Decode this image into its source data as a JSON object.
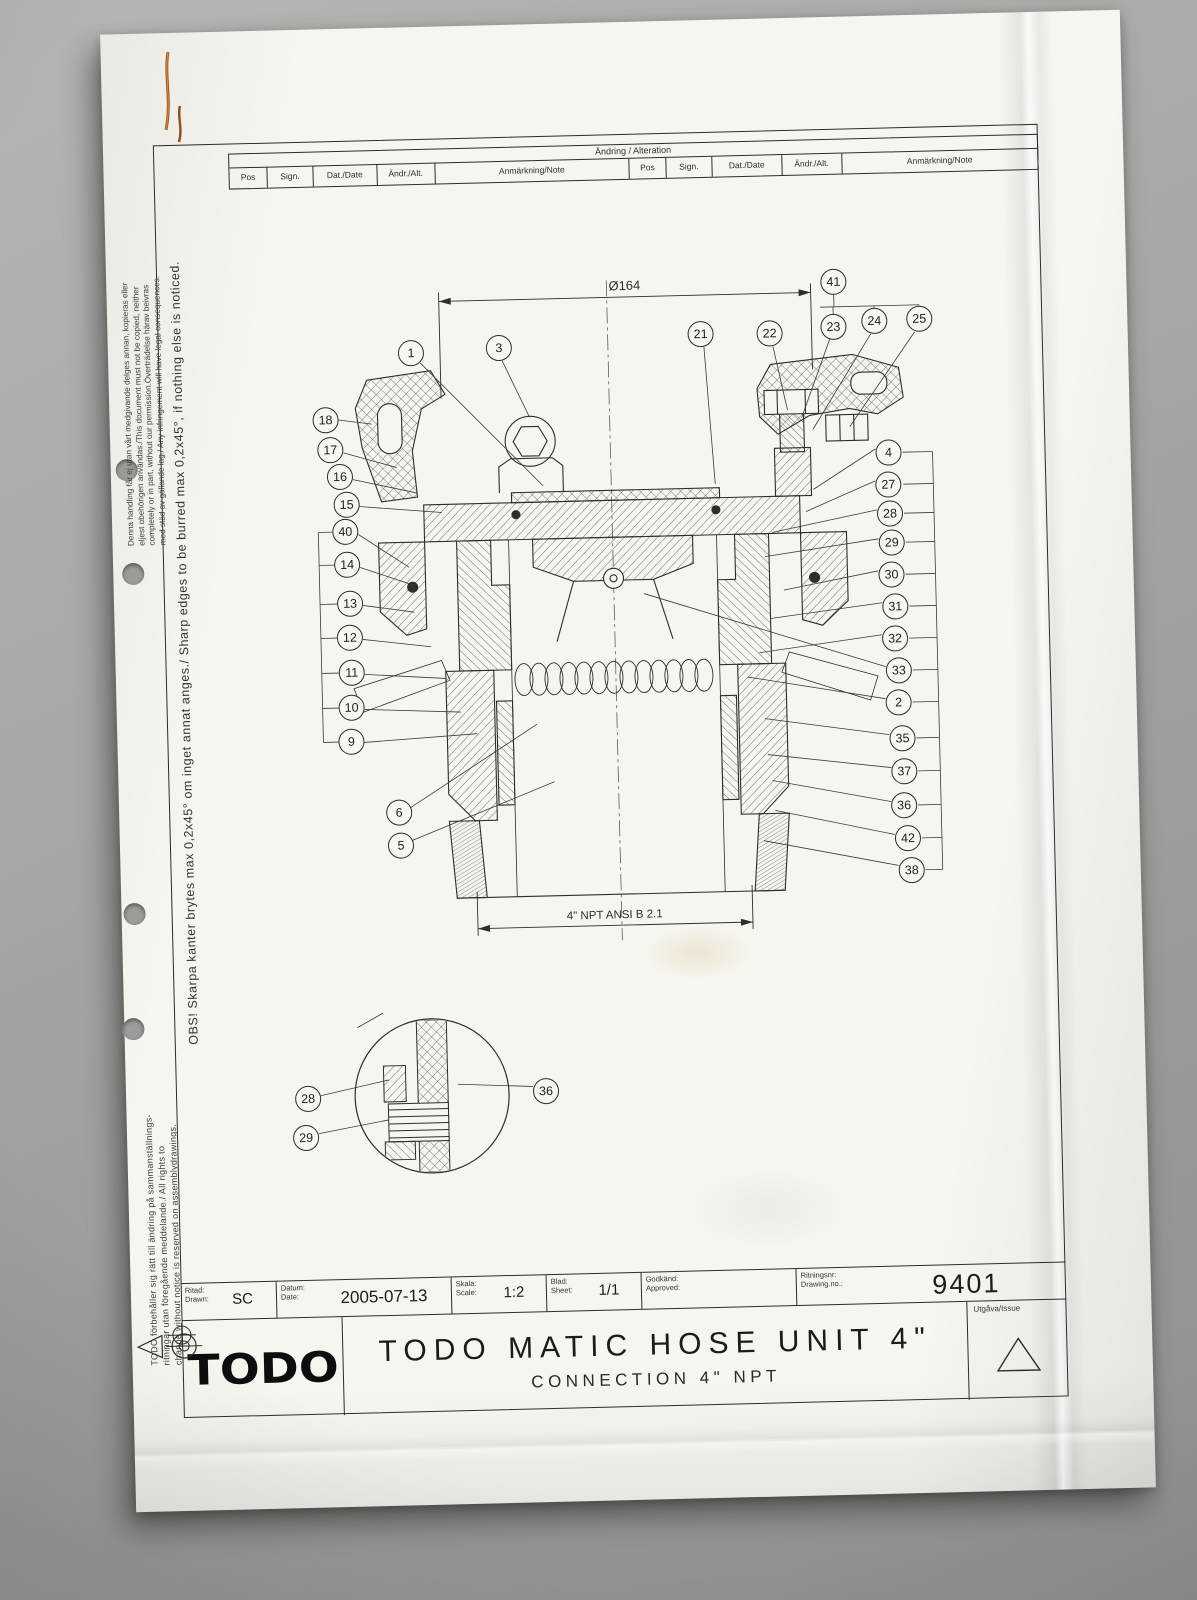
{
  "photo": {
    "surface_color": "#a7a9a5"
  },
  "drawing": {
    "alteration": {
      "title": "Ändring / Alteration",
      "headers": [
        "Pos",
        "Sign.",
        "Dat./Date",
        "Ändr./Alt.",
        "Anmärkning/Note"
      ]
    },
    "margin": {
      "legal_lines": [
        "Denna handling får ej utan vårt medgivande delges annan, kopieras eller",
        "eljest obehörigen användas./This document must not be copied, neither",
        "completely or in part, without our permission.Överträdelse härav beivras",
        "med stöd av gällande lag./ Any infringement will have legal consequences."
      ],
      "sharp_edges": "OBS! Skarpa kanter brytes max 0,2x45° om inget annat anges./ Sharp edges to be burred max 0,2x45°, if nothing else is noticed.",
      "rights_lines": [
        "TODO förbehåller sig rätt till ändring på sammanställnings-",
        "ritningar utan föregående meddelande./ All rights to",
        "change without notice is reserved on assemblydrawings."
      ]
    },
    "dimensions": {
      "top_diameter": "Ø164",
      "bottom_thread": "4\" NPT ANSI B 2.1"
    },
    "balloons": {
      "top": [
        "1",
        "3",
        "21",
        "22",
        "23",
        "24",
        "25",
        "41"
      ],
      "left": [
        "18",
        "17",
        "16",
        "15",
        "40",
        "14",
        "13",
        "12",
        "11",
        "10",
        "9"
      ],
      "bottom_left": [
        "6",
        "5"
      ],
      "right": [
        "4",
        "27",
        "28",
        "29",
        "30",
        "31",
        "32",
        "33",
        "2",
        "35",
        "37",
        "36",
        "42",
        "38"
      ],
      "detail": [
        "28",
        "29",
        "36"
      ]
    },
    "title_block": {
      "drawn_sv": "Ritad:",
      "drawn_en": "Drawn:",
      "drawn_value": "SC",
      "date_sv": "Datum:",
      "date_en": "Date:",
      "date_value": "2005-07-13",
      "scale_sv": "Skala:",
      "scale_en": "Scale:",
      "scale_value": "1:2",
      "sheet_sv": "Blad:",
      "sheet_en": "Sheet:",
      "sheet_value": "1/1",
      "approved_sv": "Godkänd:",
      "approved_en": "Approved:",
      "approved_value": "",
      "dwgno_sv": "Ritningsnr:",
      "dwgno_en": "Drawing.no.:",
      "dwgno_value": "9401",
      "logo": "TODO",
      "title": "TODO MATIC HOSE UNIT 4\"",
      "subtitle": "CONNECTION 4\" NPT",
      "issue_label": "Utgåva/Issue"
    }
  }
}
